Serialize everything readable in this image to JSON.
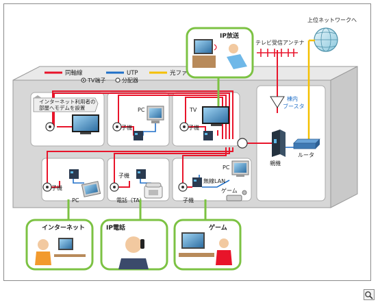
{
  "legend": {
    "coax": "同軸線",
    "utp": "UTP",
    "fiber": "光ファイバ",
    "tv_terminal": "TV端子",
    "splitter": "分配器",
    "colors": {
      "coax": "#e8142a",
      "utp": "#1f6fc8",
      "fiber": "#f5c000"
    }
  },
  "labels": {
    "upper_network": "上位ネットワークへ",
    "antenna": "テレビ受信アンテナ",
    "booster_line1": "棟内",
    "booster_line2": "ブースタ",
    "parent": "親機",
    "router": "ルータ",
    "modem_note_line1": "インターネット利用者の",
    "modem_note_line2": "部屋へモデムを設置",
    "ip_broadcast": "IP放送",
    "room2_pc": "PC",
    "room2_child": "子機",
    "room3_tv": "TV",
    "room3_child": "子機",
    "room4_child": "子機",
    "room4_pc": "PC",
    "room5_child": "子機",
    "room5_phone": "電話（TA）",
    "room6_pc": "PC",
    "room6_wlan": "無線LAN",
    "room6_game": "ゲーム",
    "room6_child": "子機",
    "bubble_internet": "インターネット",
    "bubble_ipphone": "IP電話",
    "bubble_game": "ゲーム"
  },
  "icons": [
    "globe-icon",
    "antenna-icon",
    "booster-icon",
    "parent-unit-icon",
    "router-icon",
    "tv-icon",
    "pc-icon",
    "phone-icon",
    "modem-icon",
    "game-controller-icon",
    "magnifier-icon"
  ]
}
